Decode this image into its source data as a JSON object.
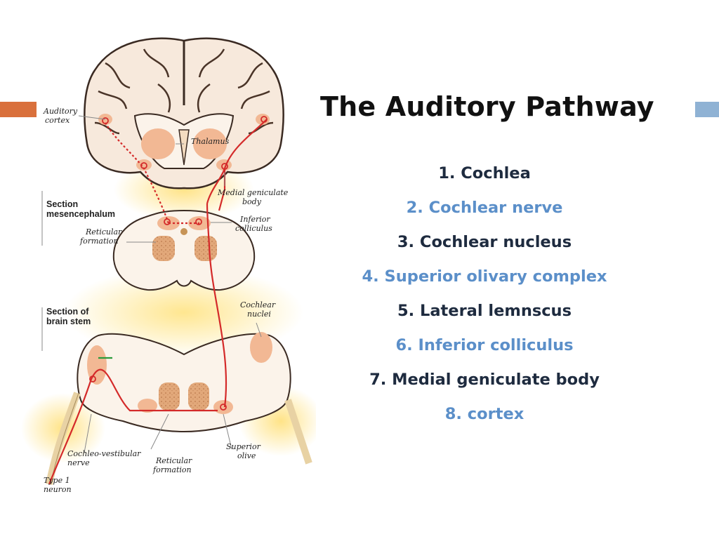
{
  "colors": {
    "accent_left": "#d9703c",
    "accent_right": "#8fb2d4",
    "step_dark": "#1e2b3f",
    "step_light": "#5b8fc9",
    "pathway": "#d42a2a",
    "nucleus": "#f2b894"
  },
  "slide": {
    "title": "The Auditory Pathway"
  },
  "steps": [
    {
      "label": "1. Cochlea",
      "tone": "dark"
    },
    {
      "label": "2. Cochlear nerve",
      "tone": "light"
    },
    {
      "label": "3. Cochlear nucleus",
      "tone": "dark"
    },
    {
      "label": "4. Superior olivary complex",
      "tone": "light"
    },
    {
      "label": "5. Lateral lemnscus",
      "tone": "dark"
    },
    {
      "label": "6. Inferior colliculus",
      "tone": "light"
    },
    {
      "label": "7. Medial geniculate body",
      "tone": "dark"
    },
    {
      "label": "8. cortex",
      "tone": "light"
    }
  ],
  "diagram": {
    "labels": {
      "auditory_cortex_1": "Auditory",
      "auditory_cortex_2": "cortex",
      "thalamus": "Thalamus",
      "medial_geniculate_1": "Medial geniculate",
      "medial_geniculate_2": "body",
      "section_mes_1": "Section",
      "section_mes_2": "mesencephalum",
      "inferior_colliculus_1": "Inferior",
      "inferior_colliculus_2": "colliculus",
      "reticular_top_1": "Reticular",
      "reticular_top_2": "formation",
      "section_brainstem_1": "Section of",
      "section_brainstem_2": "brain stem",
      "cochlear_nuclei_1": "Cochlear",
      "cochlear_nuclei_2": "nuclei",
      "cochleo_vestibular_1": "Cochleo-vestibular",
      "cochleo_vestibular_2": "nerve",
      "reticular_bottom_1": "Reticular",
      "reticular_bottom_2": "formation",
      "superior_olive_1": "Superior",
      "superior_olive_2": "olive",
      "type1_neuron_1": "Type 1",
      "type1_neuron_2": "neuron"
    }
  }
}
